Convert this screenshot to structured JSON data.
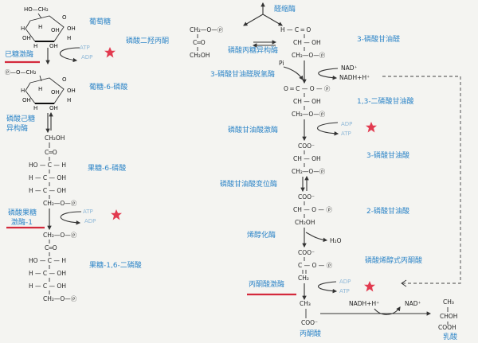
{
  "colors": {
    "label": "#2f86c8",
    "underline": "#d42a3c",
    "star": "#e23a4f",
    "text": "#222222"
  },
  "left": {
    "glucose": "葡萄糖",
    "hexokinase": "已糖激酶",
    "g6p": "葡糖-6-磷酸",
    "isomerase": [
      "磷酸己糖",
      "异构酶"
    ],
    "f6p": "果糖-6-磷酸",
    "pfk1": [
      "磷酸果糖",
      "激酶-1"
    ],
    "f16bp": "果糖-1,6-二磷酸",
    "glc_atoms": [
      "HO—CH₂",
      "O",
      "H",
      "OH",
      "H",
      "OH",
      "OH",
      "H",
      "H",
      "OH"
    ],
    "g6p_atoms": [
      "ⓟ—O—CH₂",
      "O",
      "H",
      "OH",
      "H",
      "OH",
      "OH",
      "H",
      "H",
      "OH"
    ],
    "f6p_chain": [
      "CH₂OH",
      "C═O",
      "HO — C — H",
      "H — C — OH",
      "H — C — OH",
      "CH₂—O—ⓟ"
    ],
    "f16bp_chain": [
      "CH₂—O—ⓟ",
      "C═O",
      "HO — C — H",
      "H — C — OH",
      "H — C — OH",
      "CH₂—O—ⓟ"
    ]
  },
  "middle": {
    "aldolase": "醛缩酶",
    "tpi_left": "磷酸二羟丙酮",
    "tpi": "磷酸丙糖异构酶",
    "dhap_chain": [
      "CH₂—O—ⓟ",
      "C═O",
      "CH₂OH"
    ],
    "gapdh": "3-磷酸甘油醛脱氢酶",
    "pgk": "磷酸甘油酸激酶",
    "pgm": "磷酸甘油酸变位酶",
    "enolase": "烯醇化酶",
    "pk": "丙酮酸激酶"
  },
  "right": {
    "g3p": "3-磷酸甘油醛",
    "bpg": "1,3-二磷酸甘油酸",
    "pg3": "3-磷酸甘油酸",
    "pg2": "2-磷酸甘油酸",
    "pep": "磷酸烯醇式丙酮酸",
    "pyruvate": "丙酮酸",
    "lactate": "乳酸",
    "g3p_chain": [
      "H — C ═ O",
      "CH — OH",
      "CH₂—O—ⓟ"
    ],
    "bpg_chain": [
      "O ═ C — O — ⓟ",
      "CH — OH",
      "CH₂—O—ⓟ"
    ],
    "pg3_chain": [
      "COO⁻",
      "CH — OH",
      "CH₂—O—ⓟ"
    ],
    "pg2_chain": [
      "COO⁻",
      "CH — O — ⓟ",
      "CH₂OH"
    ],
    "pep_chain": [
      "COO⁻",
      "C — O — ⓟ",
      "CH₂"
    ],
    "pyr_chain": [
      "COO⁻",
      "C ═ O",
      "CH₃"
    ],
    "lac_chain": [
      "CH₃",
      "CHOH",
      "COOH"
    ]
  },
  "cofactors": {
    "atp": "ATP",
    "adp": "ADP",
    "nad": "NAD⁺",
    "nadh": "NADH+H⁺",
    "pi": "Pi",
    "h2o": "H₂O"
  }
}
